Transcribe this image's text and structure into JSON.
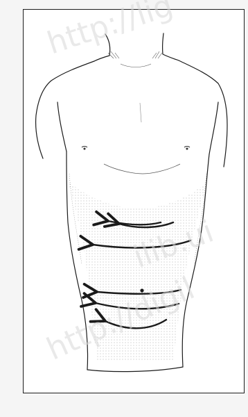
{
  "watermark": {
    "top": "http://lig",
    "middle": "ilib.ui",
    "bottom": "http://digil"
  },
  "figure": {
    "arrow_count": 6,
    "arrow_direction": "right-to-left",
    "marker_count": 1,
    "stroke_color": "#1a1a1a",
    "frame_color": "#1c1c1c"
  }
}
